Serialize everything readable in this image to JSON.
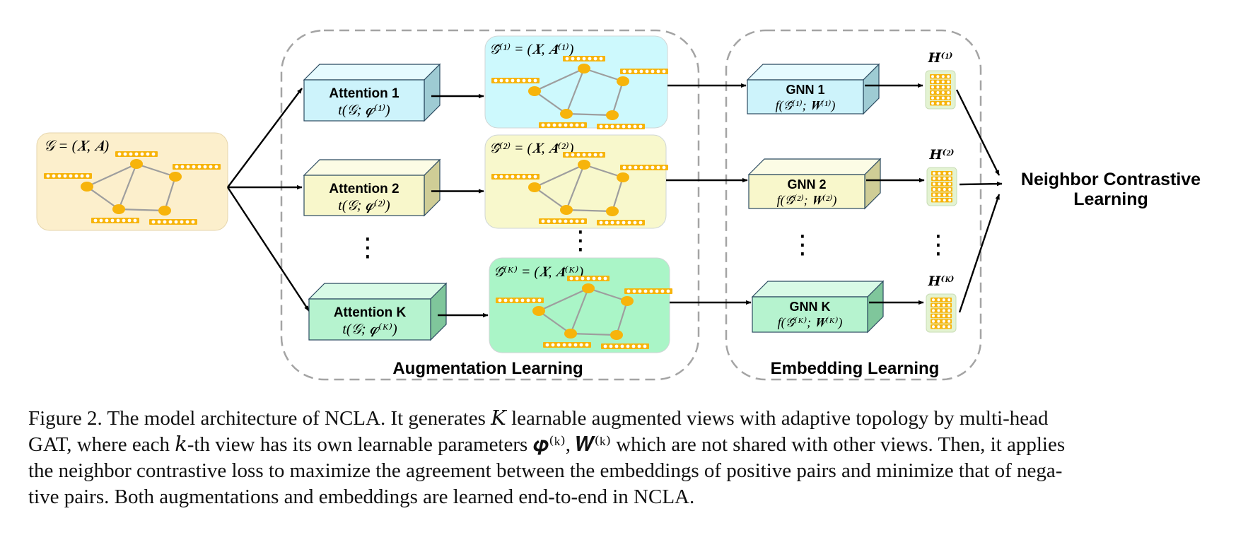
{
  "input_graph": {
    "label": "𝒢 = (𝑿, 𝑨)"
  },
  "views": [
    {
      "attention_title": "Attention 1",
      "attention_formula": "t(𝒢; 𝝋⁽¹⁾)",
      "graph_label": "𝒢̃⁽¹⁾ = (𝑿, 𝑨̃⁽¹⁾)",
      "gnn_title": "GNN 1",
      "gnn_formula": "f(𝒢̃⁽¹⁾; 𝑾⁽¹⁾)",
      "embedding_label": "𝑯⁽¹⁾",
      "colors": {
        "front": "#cdf3fb",
        "side": "#9ecbd3",
        "top": "#e6fbff",
        "graph_bg": "#cdf9fd"
      }
    },
    {
      "attention_title": "Attention 2",
      "attention_formula": "t(𝒢; 𝝋⁽²⁾)",
      "graph_label": "𝒢̃⁽²⁾ = (𝑿, 𝑨̃⁽²⁾)",
      "gnn_title": "GNN 2",
      "gnn_formula": "f(𝒢̃⁽²⁾; 𝑾⁽²⁾)",
      "embedding_label": "𝑯⁽²⁾",
      "colors": {
        "front": "#f8f7cb",
        "side": "#cfcd96",
        "top": "#fcfce5",
        "graph_bg": "#f8f8cc"
      }
    },
    {
      "attention_title": "Attention K",
      "attention_formula": "t(𝒢; 𝝋⁽ᴷ⁾)",
      "graph_label": "𝒢̃⁽ᴷ⁾ = (𝑿, 𝑨̃⁽ᴷ⁾)",
      "gnn_title": "GNN K",
      "gnn_formula": "f(𝒢̃⁽ᴷ⁾; 𝑾⁽ᴷ⁾)",
      "embedding_label": "𝑯⁽ᴷ⁾",
      "colors": {
        "front": "#b6f3cf",
        "side": "#7fc69b",
        "top": "#d8fae6",
        "graph_bg": "#aaf5c7"
      }
    }
  ],
  "sections": {
    "augmentation": "Augmentation Learning",
    "embedding": "Embedding Learning"
  },
  "output": {
    "line1": "Neighbor Contrastive",
    "line2": "Learning"
  },
  "ellipsis": "⋮",
  "caption": {
    "lines": [
      "Figure 2.  The model architecture of NCLA. It generates 𝐾 learnable augmented views with adaptive topology by multi-head",
      "GAT, where each 𝑘-th view has its own learnable parameters 𝝋⁽ᵏ⁾, 𝑾⁽ᵏ⁾ which are not shared with other views. Then, it applies",
      "the neighbor contrastive loss to maximize the agreement between the embeddings of positive pairs and minimize that of nega-",
      "tive pairs. Both augmentations and embeddings are learned end-to-end in NCLA."
    ]
  },
  "colors": {
    "input_graph_bg": "#fcefcc",
    "node": "#f7b40b",
    "edge": "#9e9e9e",
    "dashed_border": "#a4a4a4",
    "embedding_bg": "#e3f3d2"
  }
}
